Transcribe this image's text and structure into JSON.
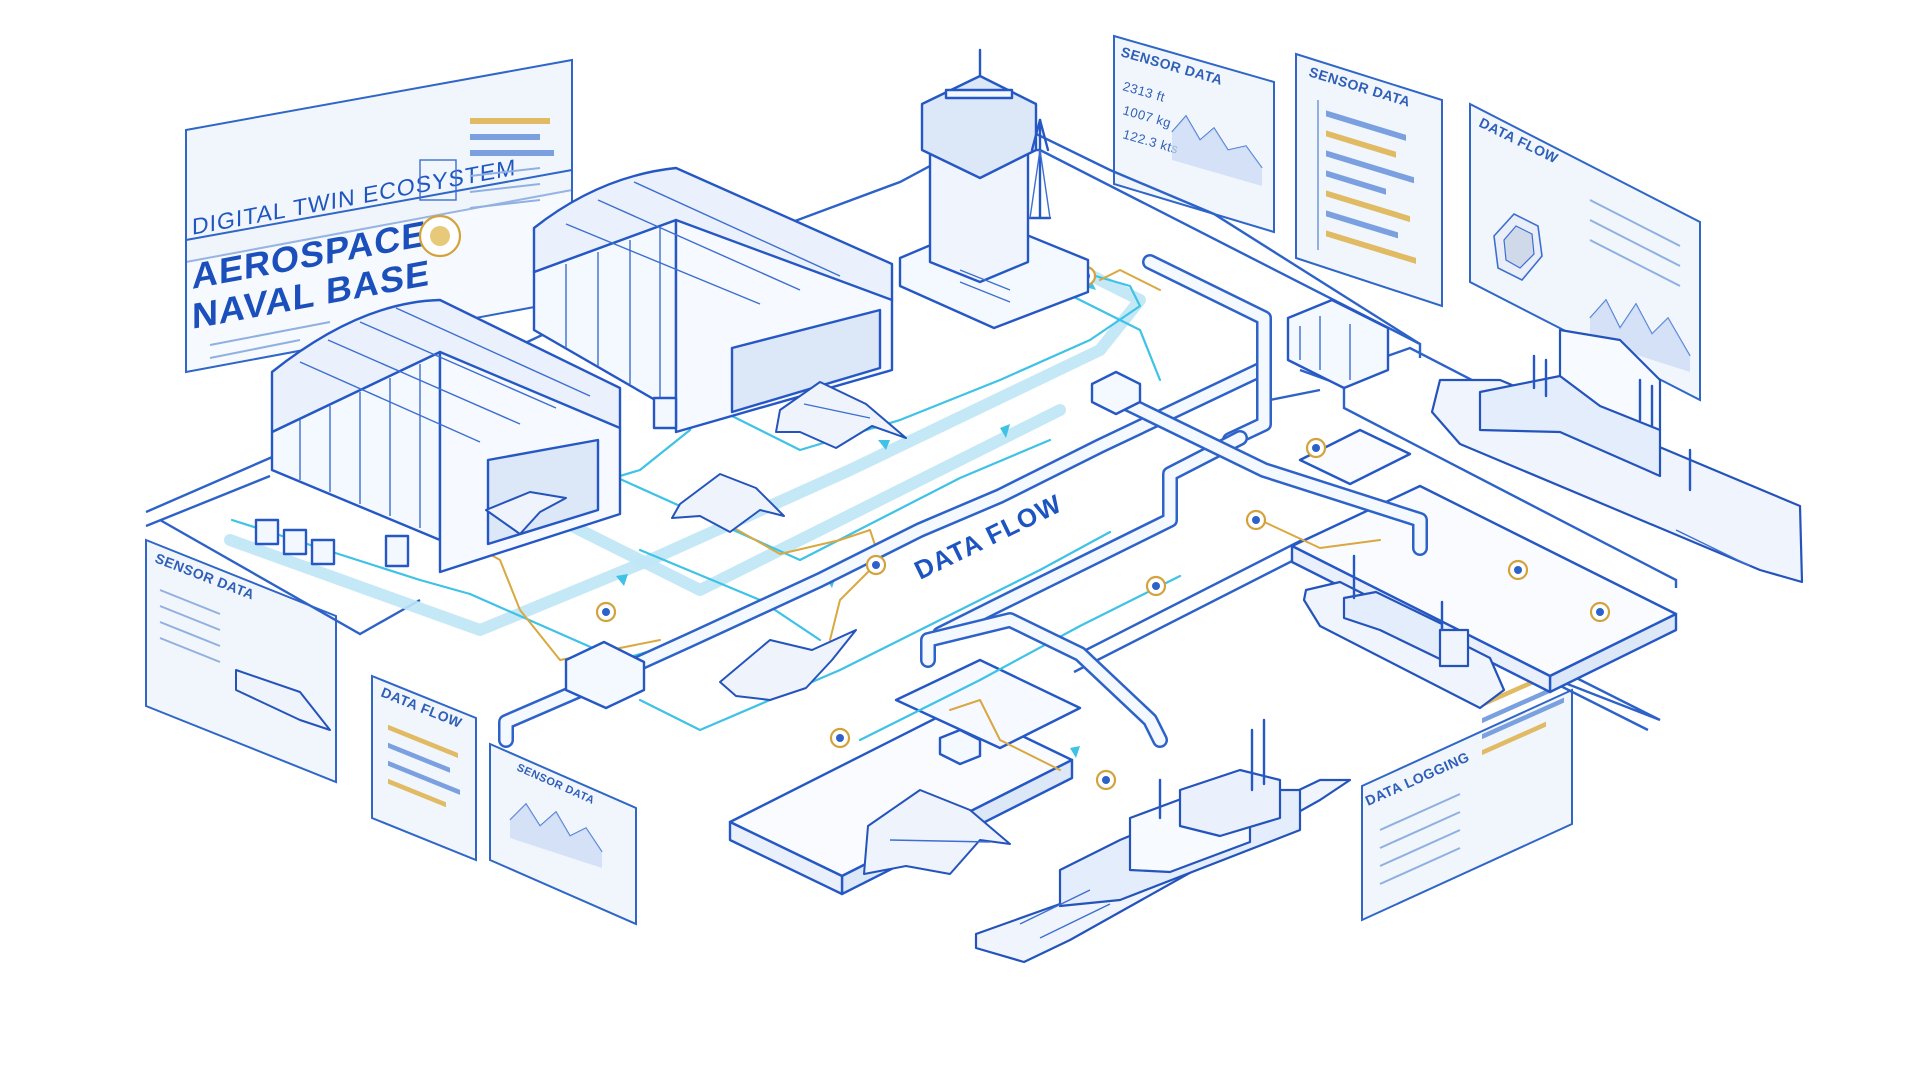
{
  "headline": {
    "subtitle": "DIGITAL TWIN ECOSYSTEM",
    "title_line1": "AEROSPACE",
    "title_line2": "NAVAL BASE"
  },
  "center_label": "DATA FLOW",
  "panels": {
    "top_sensor_1": "SENSOR DATA",
    "top_sensor_2": "SENSOR DATA",
    "top_data_flow": "DATA FLOW",
    "left_sensor": "SENSOR DATA",
    "left_data_flow": "DATA FLOW",
    "bottom_sensor": "SENSOR DATA",
    "bottom_right": "DATA LOGGING"
  },
  "sensor_readouts": [
    "2313 ft",
    "1007 kg",
    "122.3 kts"
  ],
  "colors": {
    "blueprint": "#2558c4",
    "flow_cyan": "#3ec2e6",
    "flow_gold": "#d9a840",
    "panel_fill": "#eef4fc"
  },
  "icons": [
    "hangar-icon",
    "control-tower-icon",
    "fighter-jet-icon",
    "warship-icon",
    "cargo-ship-icon",
    "data-node-icon",
    "radar-tower-icon"
  ]
}
